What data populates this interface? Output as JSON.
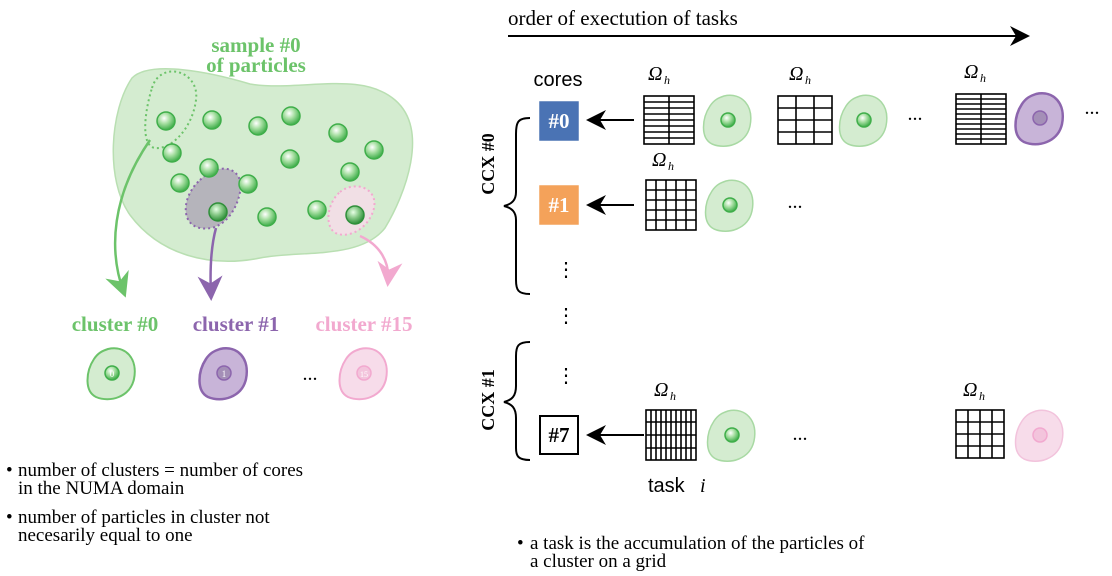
{
  "left": {
    "sample_title_line1": "sample #0",
    "sample_title_line2": "of particles",
    "clusters": [
      {
        "label": "cluster #0",
        "color": "#6cc36a",
        "particle": "0"
      },
      {
        "label": "cluster #1",
        "color": "#8c65ad",
        "particle": "1"
      },
      {
        "label": "cluster #15",
        "color": "#f2a9cf",
        "particle": "15"
      }
    ],
    "ellipsis": "...",
    "notes": [
      {
        "line1": "number of clusters = number of cores",
        "line2": "in the NUMA domain"
      },
      {
        "line1": "number of particles in cluster not",
        "line2": "necesarily equal to one"
      }
    ],
    "bullet": "•"
  },
  "right": {
    "order_label": "order of exectution of tasks",
    "cores_label": "cores",
    "ccx0": "CCX #0",
    "ccx1": "CCX #1",
    "core_labels": [
      "#0",
      "#1",
      "#7"
    ],
    "core_colors": [
      "#4a73b4",
      "#f4a25a",
      "#ffffff"
    ],
    "omega": "Ω",
    "subscript_h": "h",
    "task_label_word": "task",
    "task_label_var": "i",
    "ellipsis": "...",
    "vdots": "⋮",
    "note_line1": "a task is the accumulation of the particles of",
    "note_line2": "a cluster on a grid",
    "bullet": "•"
  },
  "colors": {
    "green_fill": "#d4ecd0",
    "green_stroke": "#6cc36a",
    "purple_fill": "#c8b4d8",
    "purple_stroke": "#8c65ad",
    "pink_fill": "#f7dcea",
    "pink_stroke": "#f2a9cf",
    "particle_dark": "#3fae4a"
  }
}
